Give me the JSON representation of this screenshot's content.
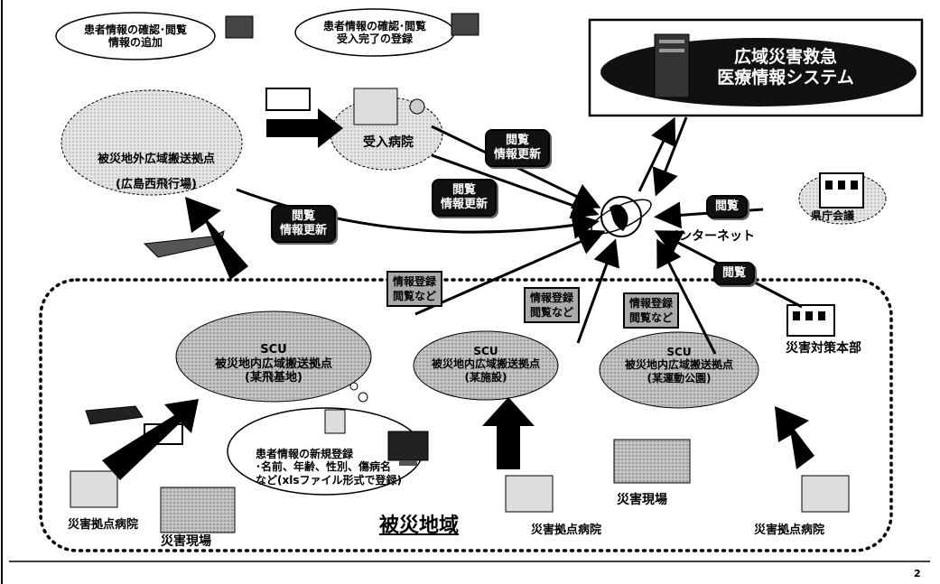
{
  "system": {
    "line1": "広域災害救急",
    "line2": "医療情報システム"
  },
  "internet": "インターネット",
  "clouds": {
    "top_left": {
      "line1": "患者情報の確認･閲覧",
      "line2": "情報の追加"
    },
    "top_mid": {
      "line1": "患者情報の確認･閲覧",
      "line2": "受入完了の登録"
    },
    "bottom": {
      "line1": "患者情報の新規登録",
      "line2": "･名前、年齢、性別、傷病名",
      "line3": "など(xlsファイル形式で登録)"
    }
  },
  "nodes": {
    "outer_base": {
      "line1": "被災地外広域搬送拠点",
      "line2": "(広島西飛行場)"
    },
    "receiving_hospital": "受入病院",
    "prefecture": "県庁会議",
    "hq": "災害対策本部",
    "scu_main": {
      "line1": "SCU",
      "line2": "被災地内広域搬送拠点",
      "line3": "(某飛基地)"
    },
    "scu_mid": {
      "line1": "SCU",
      "line2": "被災地内広域搬送拠点",
      "line3": "(某施設)"
    },
    "scu_right": {
      "line1": "SCU",
      "line2": "被災地内広域搬送拠点",
      "line3": "(某運動公園)"
    }
  },
  "pills": {
    "view_update_1": {
      "line1": "閲覧",
      "line2": "情報更新"
    },
    "view_update_2": {
      "line1": "閲覧",
      "line2": "情報更新"
    },
    "view_update_3": {
      "line1": "閲覧",
      "line2": "情報更新"
    },
    "view_pref": "閲覧",
    "view_hq": "閲覧"
  },
  "gray_pills": {
    "a": {
      "line1": "情報登録",
      "line2": "閲覧など"
    },
    "b": {
      "line1": "情報登録",
      "line2": "閲覧など"
    },
    "c": {
      "line1": "情報登録",
      "line2": "閲覧など"
    }
  },
  "area": "被災地域",
  "hospitals": {
    "left": "災害拠点病院",
    "mid": "災害拠点病院",
    "right": "災害拠点病院"
  },
  "sites": {
    "left": "災害現場",
    "mid": "災害現場"
  },
  "page_number": "2"
}
